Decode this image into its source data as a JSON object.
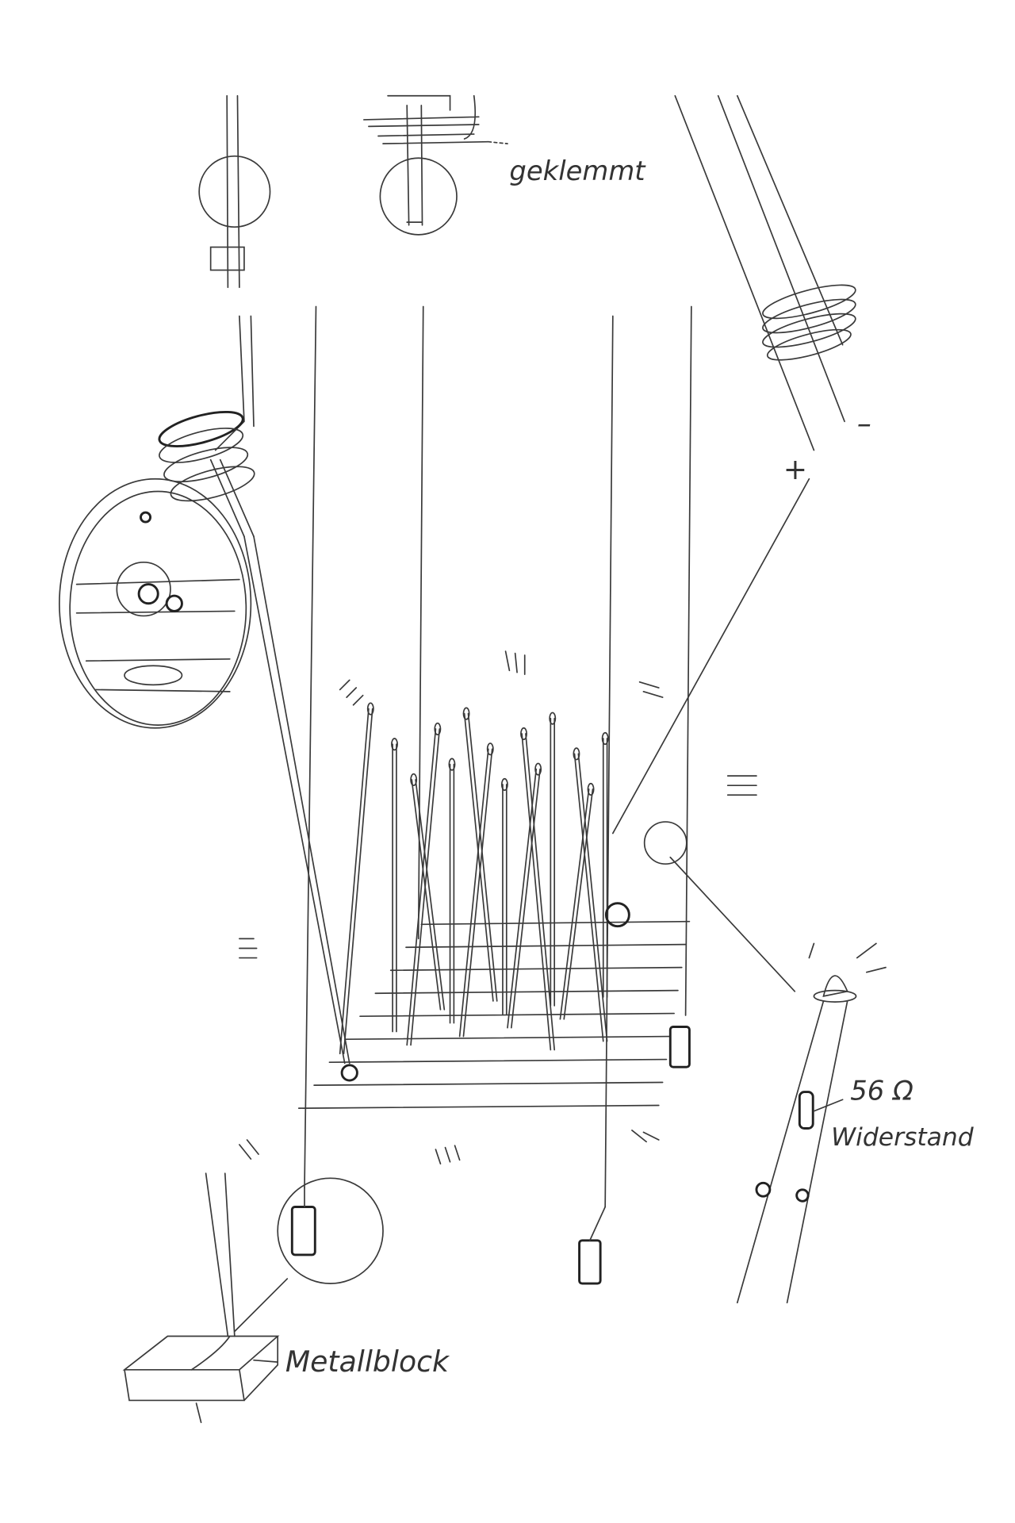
{
  "labels": {
    "clamp_note": "geklemmt",
    "resistor_value": "56 Ω",
    "resistor_word": "Widerstand",
    "block_label": "Metallblock",
    "plus_sign": "+",
    "minus_sign": "–"
  },
  "colors": {
    "pencil": "#3a3a3a",
    "paper": "#ffffff"
  }
}
